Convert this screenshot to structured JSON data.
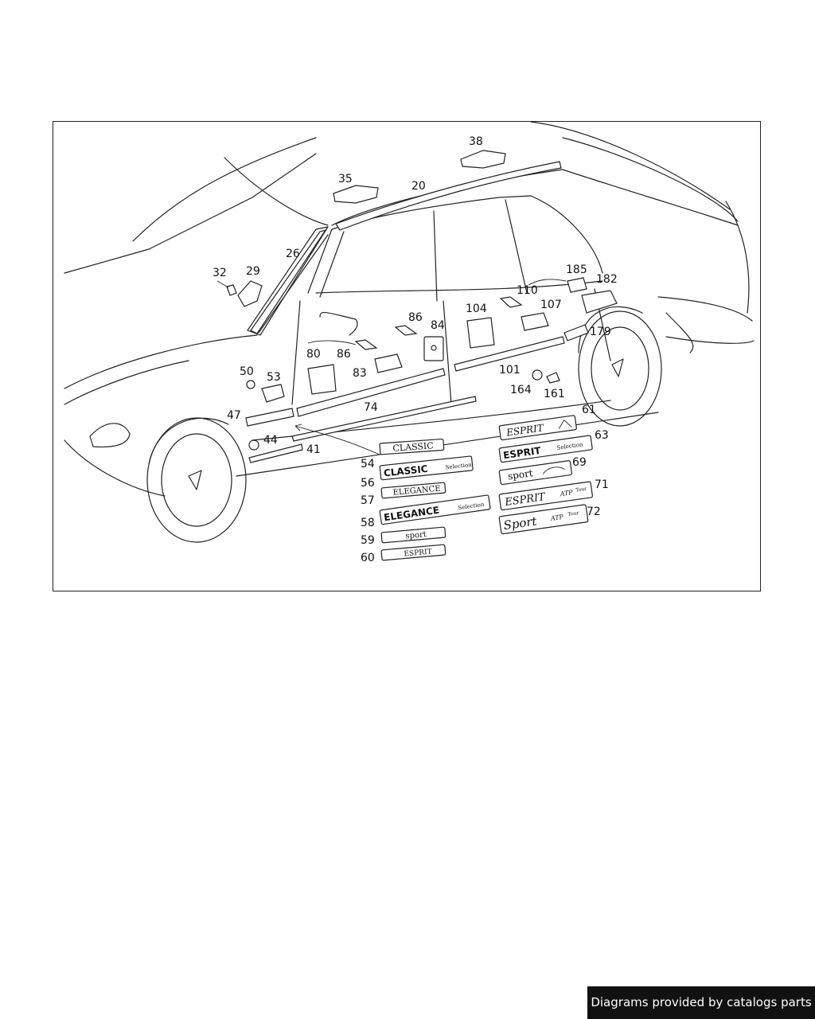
{
  "callouts": {
    "c20": "20",
    "c26": "26",
    "c29": "29",
    "c32": "32",
    "c35": "35",
    "c38": "38",
    "c41": "41",
    "c44": "44",
    "c47": "47",
    "c50": "50",
    "c53": "53",
    "c54": "54",
    "c56": "56",
    "c57": "57",
    "c58": "58",
    "c59": "59",
    "c60": "60",
    "c61": "61",
    "c63": "63",
    "c69": "69",
    "c71": "71",
    "c72": "72",
    "c74": "74",
    "c80": "80",
    "c83": "83",
    "c84": "84",
    "c86a": "86",
    "c86b": "86",
    "c101": "101",
    "c104": "104",
    "c107": "107",
    "c110": "110",
    "c161": "161",
    "c164": "164",
    "c179": "179",
    "c182": "182",
    "c185": "185"
  },
  "emblems": {
    "classic": "CLASSIC",
    "classic_selection_main": "CLASSIC",
    "classic_selection_sub": "Selection",
    "elegance": "ELEGANCE",
    "elegance_selection_main": "ELEGANCE",
    "elegance_selection_sub": "Selection",
    "sport": "sport",
    "esprit": "ESPRIT",
    "esprit_script": "ESPRIT",
    "esprit_selection_main": "ESPRIT",
    "esprit_selection_sub": "Selection",
    "sport_car": "sport",
    "esprit_atp_main": "ESPRIT",
    "esprit_atp_sub": "ATP",
    "esprit_atp_tour": "Tour",
    "sport_atp_main": "Sport",
    "sport_atp_sub": "ATP",
    "sport_atp_tour": "Tour"
  },
  "footer": {
    "text": "Diagrams provided by catalogs parts"
  }
}
